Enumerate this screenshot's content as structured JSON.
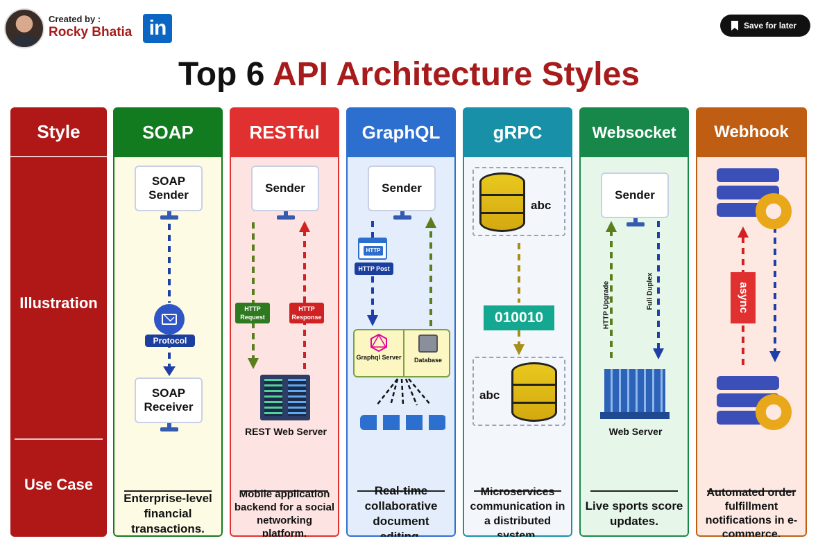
{
  "header": {
    "created_label": "Created by :",
    "author": "Rocky Bhatia",
    "linkedin_label": "in",
    "save_button": "Save for later"
  },
  "title": {
    "plain": "Top 6 ",
    "accent": "API Architecture Styles"
  },
  "row_labels": {
    "style": "Style",
    "illustration": "Illustration",
    "use_case": "Use Case"
  },
  "colors": {
    "style": "#b01717",
    "soap": "#127a1f",
    "soap_bg": "#fdfbe4",
    "restful": "#e0302f",
    "restful_bg": "#fde3e1",
    "graphql": "#2c6fcf",
    "graphql_bg": "#e3edfb",
    "grpc": "#1790a8",
    "grpc_bg": "#f3f6fb",
    "websocket": "#17884a",
    "websocket_bg": "#e6f7ea",
    "webhook": "#bf5e12",
    "webhook_bg": "#fde8e2"
  },
  "columns": [
    {
      "name": "SOAP",
      "sender": "SOAP Sender",
      "protocol": "Protocol",
      "receiver": "SOAP Receiver",
      "use_case": "Enterprise-level financial transactions."
    },
    {
      "name": "RESTful",
      "sender": "Sender",
      "request": "HTTP Request",
      "response": "HTTP Response",
      "server": "REST Web Server",
      "use_case": "Mobile application backend for a social networking platform."
    },
    {
      "name": "GraphQL",
      "sender": "Sender",
      "http": "HTTP",
      "http_post": "HTTP Post",
      "graphql_server": "Graphql Server",
      "database": "Database",
      "use_case": "Real-time collaborative document editing."
    },
    {
      "name": "gRPC",
      "abc_top": "abc",
      "binary": "010010",
      "abc_bottom": "abc",
      "use_case": "Microservices communication in a distributed system."
    },
    {
      "name": "Websocket",
      "sender": "Sender",
      "upgrade": "HTTP Upgrade",
      "duplex": "Full Duplex",
      "server": "Web Server",
      "use_case": "Live sports score updates."
    },
    {
      "name": "Webhook",
      "async": "async",
      "use_case": "Automated order fulfillment notifications in e-commerce."
    }
  ]
}
